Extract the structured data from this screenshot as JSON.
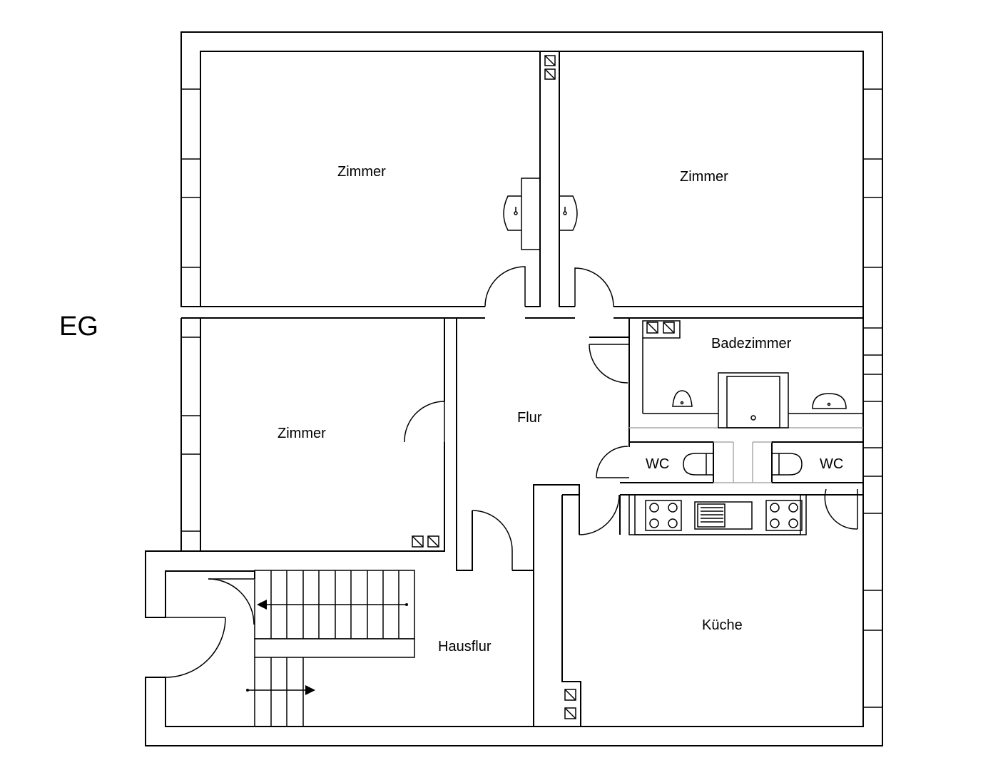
{
  "floor_label": "EG",
  "rooms": {
    "room_top_left": "Zimmer",
    "room_top_right": "Zimmer",
    "room_mid_left": "Zimmer",
    "hallway": "Flur",
    "bathroom": "Badezimmer",
    "wc_left": "WC",
    "wc_right": "WC",
    "kitchen": "Küche",
    "entrance_hall": "Hausflur"
  }
}
